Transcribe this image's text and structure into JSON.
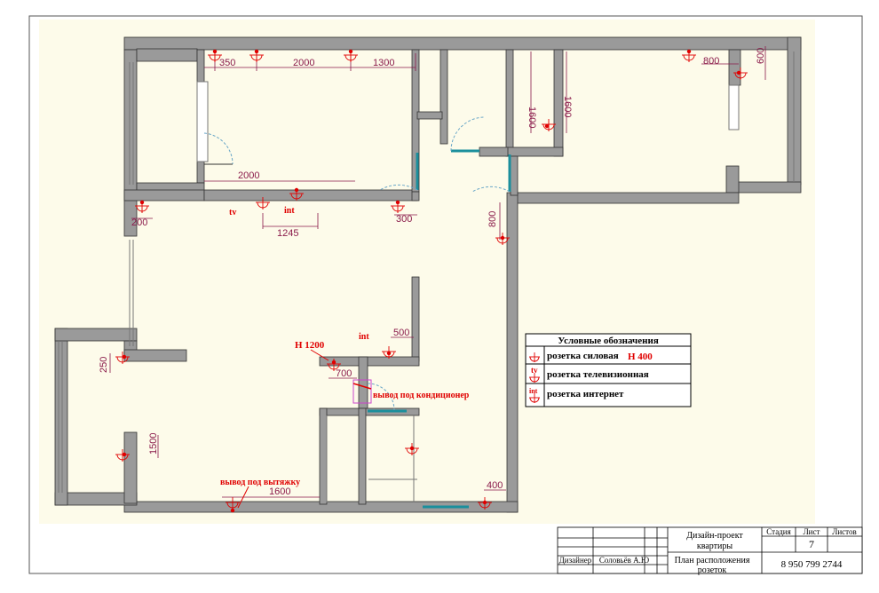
{
  "colors": {
    "paper": "#fdfbea",
    "wall": "#9a9a9a",
    "wall_stroke": "#333333",
    "dimension": "#8a1a4a",
    "outlet": "#e00000",
    "door_frame": "#1b8f9c",
    "door_swing": "#6aa7c8"
  },
  "dimensions": {
    "d350": "350",
    "d2000a": "2000",
    "d1300": "1300",
    "d1600a": "1600",
    "d1600b": "1600",
    "d800a": "800",
    "d600": "600",
    "d2000b": "2000",
    "d200": "200",
    "d1245": "1245",
    "d300": "300",
    "d800b": "800",
    "d250": "250",
    "d500a": "500",
    "d700": "700",
    "d1500": "1500",
    "d1600c": "1600",
    "d400": "400"
  },
  "labels": {
    "tv": "tv",
    "int_a": "int",
    "int_b": "int",
    "h1200": "H 1200",
    "conditioner": "вывод под кондиционер",
    "hood": "вывод под вытяжку"
  },
  "legend": {
    "title": "Условные обозначения",
    "rows": [
      {
        "text": "розетка силовая",
        "extra": "H 400"
      },
      {
        "text": "розетка телевизионная",
        "extra": ""
      },
      {
        "text": "розетка интернет",
        "extra": ""
      }
    ],
    "symbol_tv": "tv",
    "symbol_int": "int"
  },
  "title_block": {
    "h_stage": "Стадия",
    "h_sheet": "Лист",
    "h_sheets": "Листов",
    "project_line1": "Дизайн-проект",
    "project_line2": "квартиры",
    "sheet_number": "7",
    "role": "Дизайнер",
    "name": "Соловьёв А.Ю",
    "plan_line1": "План расположения",
    "plan_line2": "розеток",
    "phone": "8 950 799 2744"
  }
}
